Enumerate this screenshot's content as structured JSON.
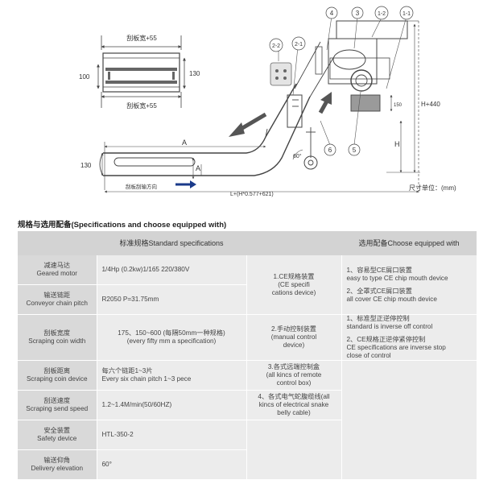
{
  "drawing": {
    "top_label": "刮板宽+55",
    "bottom_label": "刮板宽+55",
    "dim_100": "100",
    "dim_130_right": "130",
    "dim_130_left": "130",
    "dim_150": "150",
    "dim_h440": "H+440",
    "dim_h": "H",
    "dim_a_top": "A",
    "dim_a_bottom": "A",
    "angle": "60°",
    "direction": "刮板刮输方向",
    "length_formula": "L+(H*0.577+621)",
    "unit": "尺寸单位：(mm)",
    "callouts": [
      "4",
      "3",
      "1-2",
      "1-1",
      "2-2",
      "2-1",
      "6",
      "5"
    ]
  },
  "section_title": "规格与选用配备(Specifications and choose equipped with)",
  "table": {
    "headers": [
      "",
      "标准规格Standard specifications",
      "",
      "选用配备Choose equipped with"
    ],
    "rows": [
      {
        "label": [
          "减速马达",
          "Geared motor"
        ],
        "std": "1/4Hp (0.2kw)1/165      220/380V"
      },
      {
        "label": [
          "输送链距",
          "Conveyor chain pitch"
        ],
        "std": "R2050  P=31.75mm"
      },
      {
        "label": [
          "刮板宽度",
          "Scraping coin width"
        ],
        "std": [
          "175、150~600 (每隔50mm一种规格)",
          "(every fifty mm a specification)"
        ]
      },
      {
        "label": [
          "刮板距离",
          "Scraping coin device"
        ],
        "std": [
          "每六个链距1~3片",
          "Every six chain pitch 1~3 pece"
        ]
      },
      {
        "label": [
          "刮送速度",
          "Scraping send speed"
        ],
        "std": "1.2~1.4M/min(50/60HZ)"
      },
      {
        "label": [
          "安全装置",
          "Safety device"
        ],
        "std": "HTL-350-2"
      },
      {
        "label": [
          "输送仰角",
          "Delivery elevation"
        ],
        "std": "60°"
      }
    ],
    "control_cells": [
      [
        "1.CE规格装置",
        "(CE specifi",
        "cations device)"
      ],
      [
        "2.手动控制装置",
        "(manual control",
        "device)"
      ],
      [
        "3.各式远端控制盒",
        "(all kincs of remote",
        "control box)"
      ],
      [
        "4、各式电气蛇腹缆线(all",
        "kincs of electrical snake",
        "belly cable)"
      ]
    ],
    "options": [
      [
        "1、容易型CE屑口装置",
        "easy to type CE chip mouth device"
      ],
      [
        "2、全罩式CE屑口装置",
        "all cover CE chip mouth device"
      ],
      [
        "1、标准型正逆停控制",
        "standard is inverse off control"
      ],
      [
        "2、CE规格正逆停紧停控制",
        "CE specifications are inverse stop",
        "close of control"
      ]
    ]
  }
}
